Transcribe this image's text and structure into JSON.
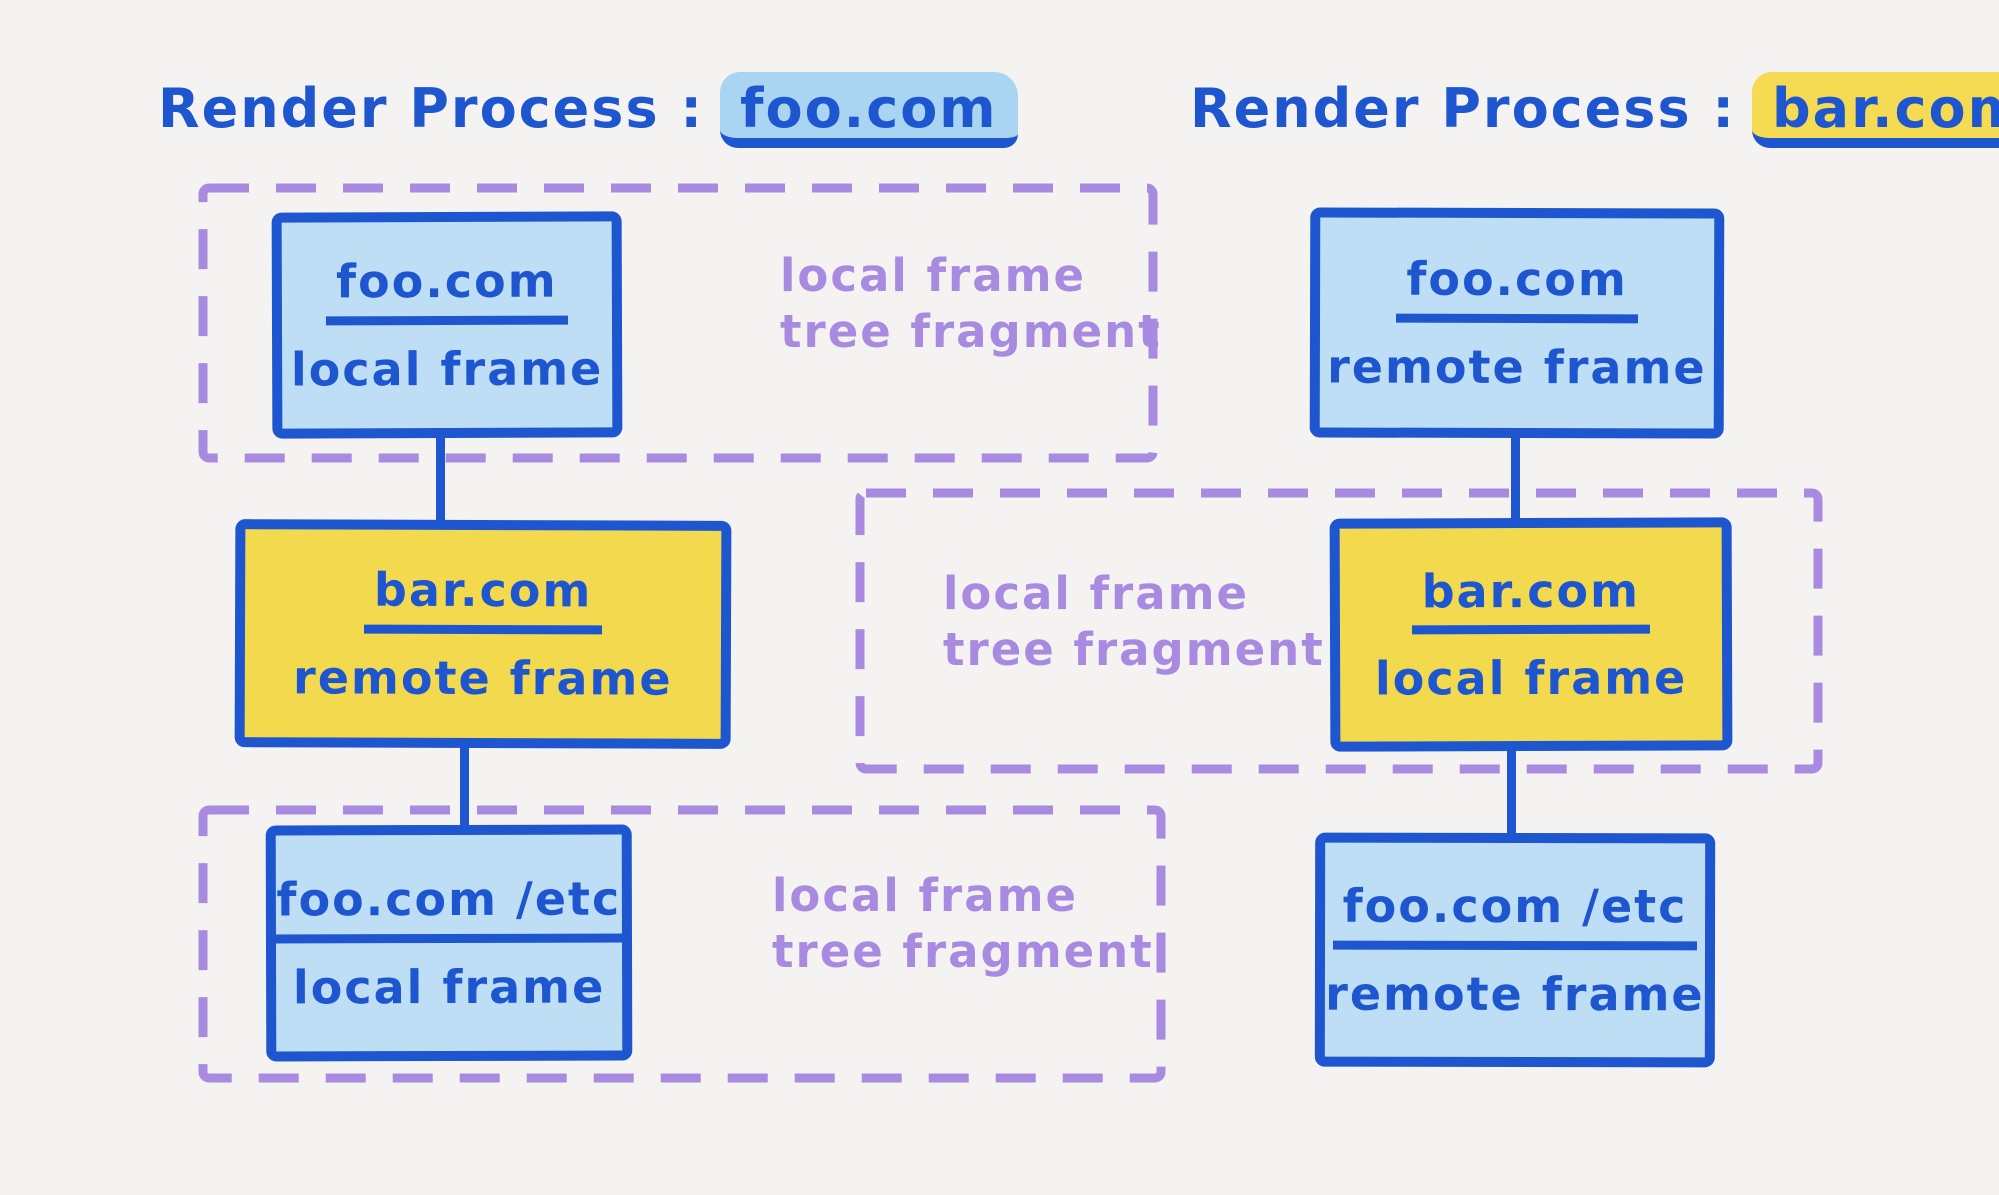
{
  "colors": {
    "background": "#f4f3f1",
    "ink_blue": "#1e56d0",
    "fill_light_blue": "#bedef5",
    "fill_yellow": "#f2d94e",
    "highlight_blue": "#a9d4f2",
    "highlight_yellow": "#f5db52",
    "purple": "#a88be1"
  },
  "left_process": {
    "title_prefix": "Render Process :",
    "title_domain": "foo.com",
    "nodes": [
      {
        "domain": "foo.com",
        "role": "local frame"
      },
      {
        "domain": "bar.com",
        "role": "remote frame"
      },
      {
        "domain": "foo.com /etc",
        "role": "local frame"
      }
    ],
    "fragment_labels": [
      {
        "line1": "local frame",
        "line2": "tree fragment"
      },
      {
        "line1": "local frame",
        "line2": "tree fragment"
      }
    ]
  },
  "right_process": {
    "title_prefix": "Render Process :",
    "title_domain": "bar.com",
    "nodes": [
      {
        "domain": "foo.com",
        "role": "remote frame"
      },
      {
        "domain": "bar.com",
        "role": "local frame"
      },
      {
        "domain": "foo.com /etc",
        "role": "remote frame"
      }
    ],
    "fragment_labels": [
      {
        "line1": "local frame",
        "line2": "tree fragment"
      }
    ]
  }
}
